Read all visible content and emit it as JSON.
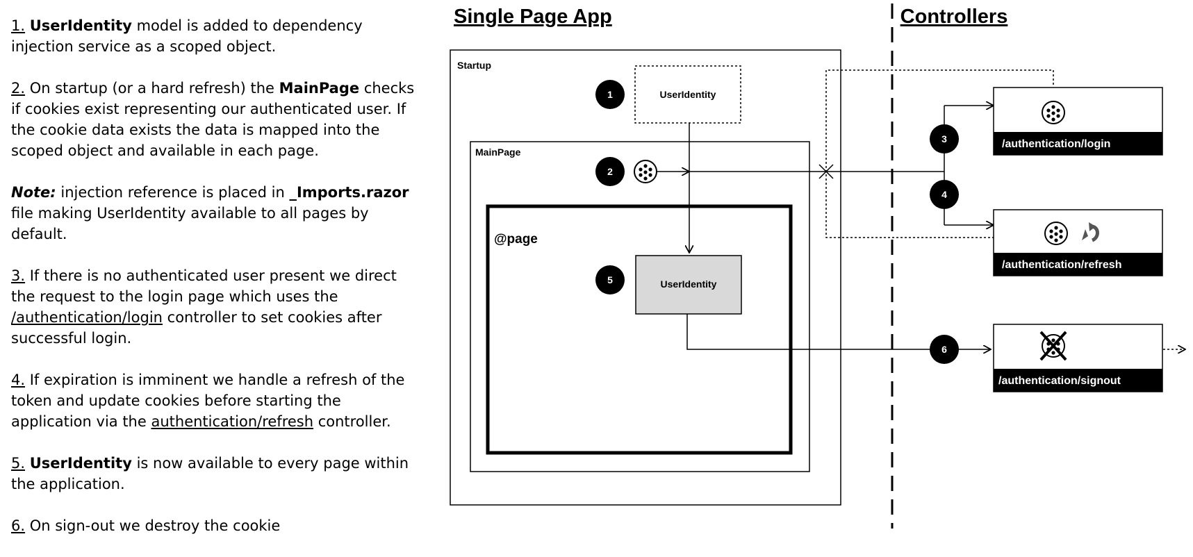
{
  "notes": [
    {
      "num": "1.",
      "parts": [
        {
          "t": " "
        },
        {
          "t": "UserIdentity",
          "b": true
        },
        {
          "t": " model is added to dependency injection service as a scoped object."
        }
      ]
    },
    {
      "num": "2.",
      "parts": [
        {
          "t": " On startup (or a hard refresh) the "
        },
        {
          "t": "MainPage",
          "b": true
        },
        {
          "t": " checks if cookies exist representing our authenticated user. If the cookie data exists the data is mapped into the scoped object and available in each page."
        }
      ]
    },
    {
      "num": "",
      "parts": [
        {
          "t": "Note:",
          "b": true,
          "i": true
        },
        {
          "t": " injection reference is placed in "
        },
        {
          "t": "_Imports.razor",
          "b": true
        },
        {
          "t": " file making UserIdentity available to all pages by default."
        }
      ]
    },
    {
      "num": "3.",
      "parts": [
        {
          "t": " If there is no authenticated user present we direct the request to the login page which uses the "
        },
        {
          "t": "/authentication/login",
          "u": true
        },
        {
          "t": " controller to set cookies after successful login."
        }
      ]
    },
    {
      "num": "4.",
      "parts": [
        {
          "t": " If expiration is imminent we handle a refresh of the token and update cookies before starting the application via the "
        },
        {
          "t": "authentication/refresh",
          "u": true
        },
        {
          "t": " controller."
        }
      ]
    },
    {
      "num": "5.",
      "parts": [
        {
          "t": " "
        },
        {
          "t": "UserIdentity",
          "b": true
        },
        {
          "t": " is now available to every page within the application."
        }
      ]
    },
    {
      "num": "6.",
      "parts": [
        {
          "t": " On sign-out we destroy the cookie"
        }
      ]
    }
  ],
  "diagram": {
    "spa_title": "Single Page App",
    "controllers_title": "Controllers",
    "startup_label": "Startup",
    "mainpage_label": "MainPage",
    "page_label": "@page",
    "useridentity_label": "UserIdentity",
    "steps": [
      "1",
      "2",
      "3",
      "4",
      "5",
      "6"
    ],
    "routes": {
      "login": "/authentication/login",
      "refresh": "/authentication/refresh",
      "signout": "/authentication/signout"
    },
    "icons": [
      "cookie-icon",
      "refresh-arrow-icon",
      "cookie-crossed-icon"
    ]
  }
}
